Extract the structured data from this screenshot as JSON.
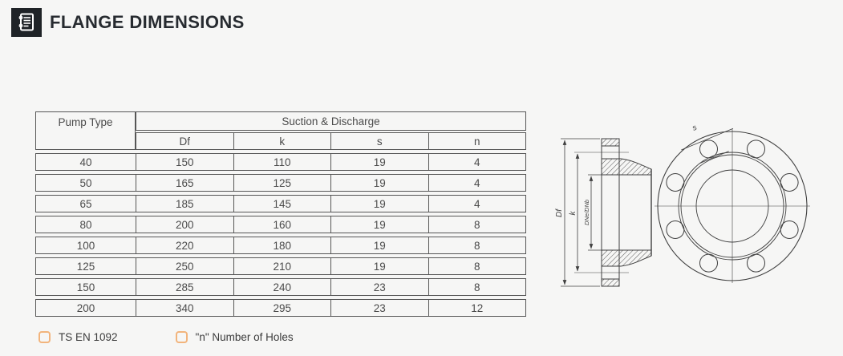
{
  "header": {
    "title": "FLANGE DIMENSIONS"
  },
  "table": {
    "corner_header": "Pump Type",
    "group_header": "Suction & Discharge",
    "columns": [
      "Df",
      "k",
      "s",
      "n"
    ],
    "rows": [
      [
        "40",
        "150",
        "110",
        "19",
        "4"
      ],
      [
        "50",
        "165",
        "125",
        "19",
        "4"
      ],
      [
        "65",
        "185",
        "145",
        "19",
        "4"
      ],
      [
        "80",
        "200",
        "160",
        "19",
        "8"
      ],
      [
        "100",
        "220",
        "180",
        "19",
        "8"
      ],
      [
        "125",
        "250",
        "210",
        "19",
        "8"
      ],
      [
        "150",
        "285",
        "240",
        "23",
        "8"
      ],
      [
        "200",
        "340",
        "295",
        "23",
        "12"
      ]
    ]
  },
  "drawing": {
    "labels": {
      "df": "Df",
      "k": "k",
      "bore": "DNe/DNb",
      "s": "s"
    }
  },
  "footnotes": [
    {
      "label": "TS EN 1092"
    },
    {
      "label": "\"n\" Number of Holes"
    }
  ],
  "colors": {
    "background": "#f6f6f5",
    "line": "#3f3f3f",
    "accent_orange": "#f2b47c",
    "title": "#272b30"
  }
}
